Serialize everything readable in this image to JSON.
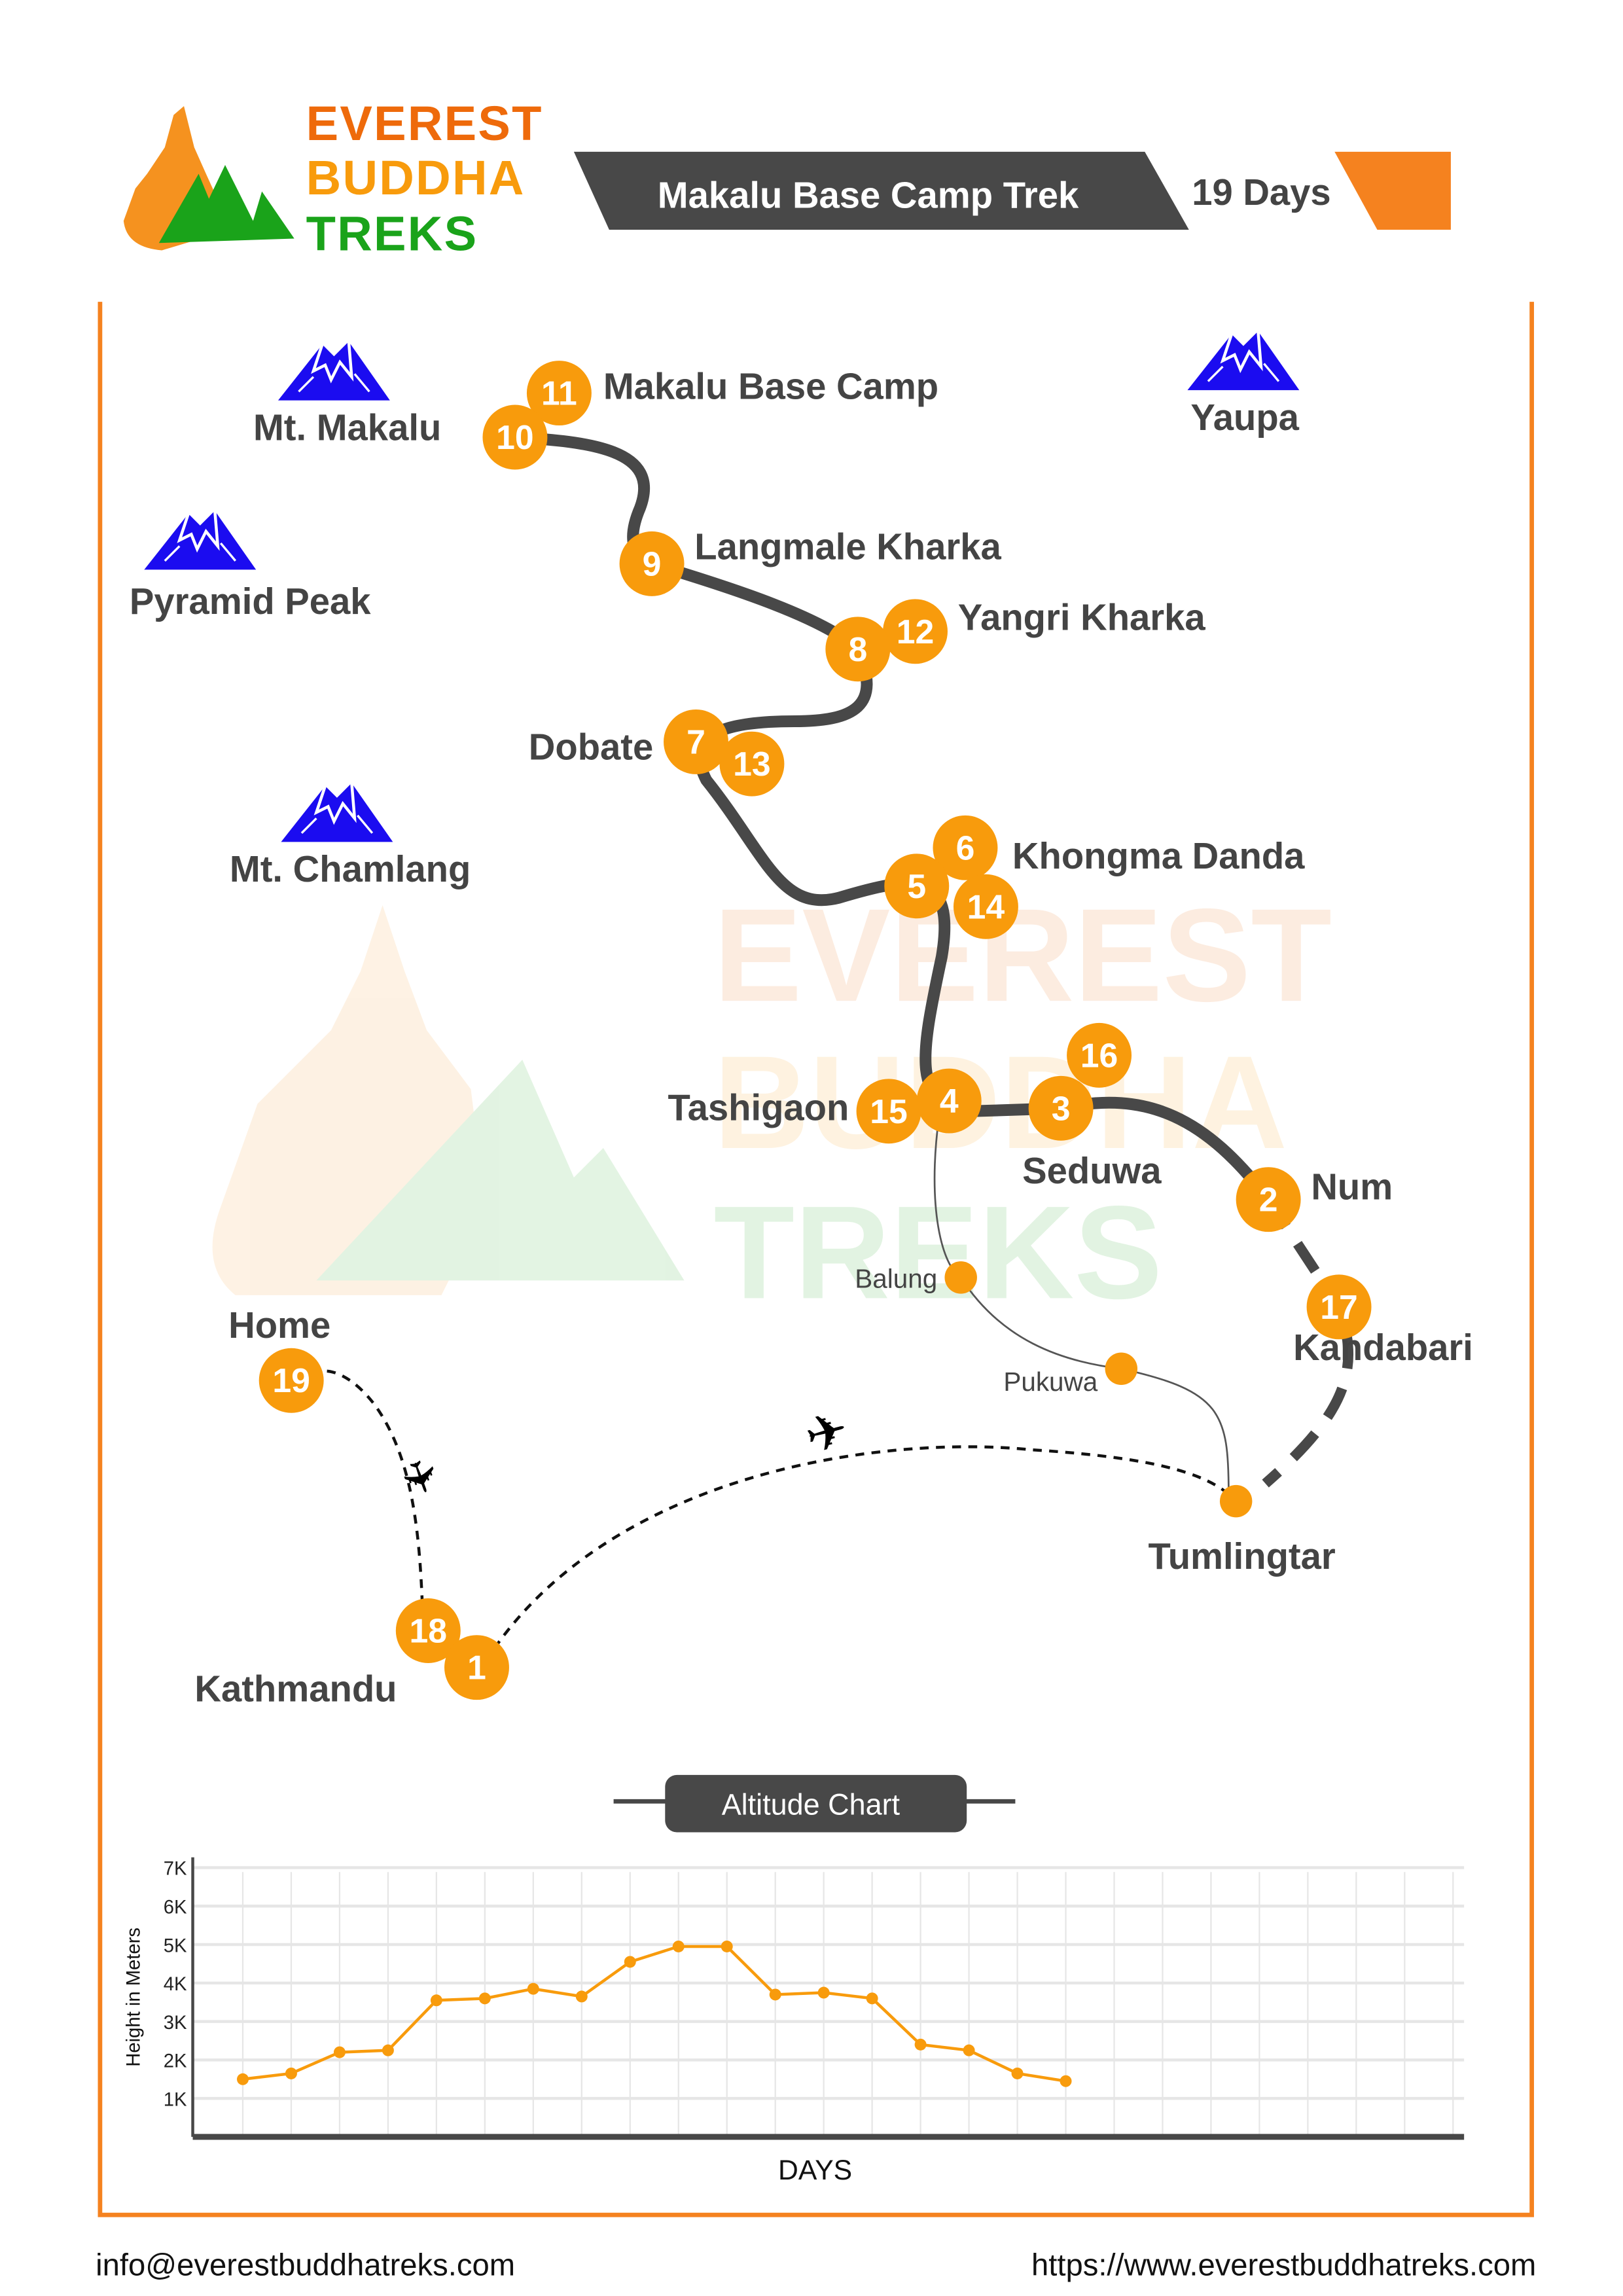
{
  "brand": {
    "line1": "EVEREST",
    "line2": "BUDDHA",
    "line3": "TREKS"
  },
  "header": {
    "title": "Makalu Base Camp Trek",
    "duration": "19 Days"
  },
  "colors": {
    "orange": "#f5821f",
    "marker": "#f89b0c",
    "dark": "#484848",
    "mountain": "#1b0cf0",
    "green": "#1aa31a"
  },
  "peaks": [
    "Mt. Makalu",
    "Yaupa",
    "Pyramid Peak",
    "Mt. Chamlang"
  ],
  "places": {
    "makalu_bc": "Makalu Base Camp",
    "langmale": "Langmale Kharka",
    "yangri": "Yangri Kharka",
    "dobate": "Dobate",
    "khongma": "Khongma Danda",
    "tashigaon": "Tashigaon",
    "seduwa": "Seduwa",
    "num": "Num",
    "kandabari": "Kandabari",
    "balung": "Balung",
    "pukuwa": "Pukuwa",
    "tumlingtar": "Tumlingtar",
    "home": "Home",
    "kathmandu": "Kathmandu"
  },
  "days": {
    "d1": "1",
    "d2": "2",
    "d3": "3",
    "d4": "4",
    "d5": "5",
    "d6": "6",
    "d7": "7",
    "d8": "8",
    "d9": "9",
    "d10": "10",
    "d11": "11",
    "d12": "12",
    "d13": "13",
    "d14": "14",
    "d15": "15",
    "d16": "16",
    "d17": "17",
    "d18": "18",
    "d19": "19"
  },
  "chart_data": {
    "type": "line",
    "title": "Altitude Chart",
    "xlabel": "DAYS",
    "ylabel": "Height in Meters",
    "ylim": [
      0,
      7000
    ],
    "yticks": [
      "1K",
      "2K",
      "3K",
      "4K",
      "5K",
      "6K",
      "7K"
    ],
    "x": [
      1,
      2,
      3,
      4,
      5,
      6,
      7,
      8,
      9,
      10,
      11,
      12,
      13,
      14,
      15,
      16,
      17,
      18
    ],
    "values": [
      1500,
      1650,
      2200,
      2250,
      3550,
      3600,
      3850,
      3650,
      4550,
      4950,
      4950,
      3700,
      3750,
      3600,
      2400,
      2250,
      1650,
      1450
    ],
    "grid": true
  },
  "footer": {
    "email": "info@everestbuddhatreks.com",
    "website": "https://www.everestbuddhatreks.com"
  }
}
